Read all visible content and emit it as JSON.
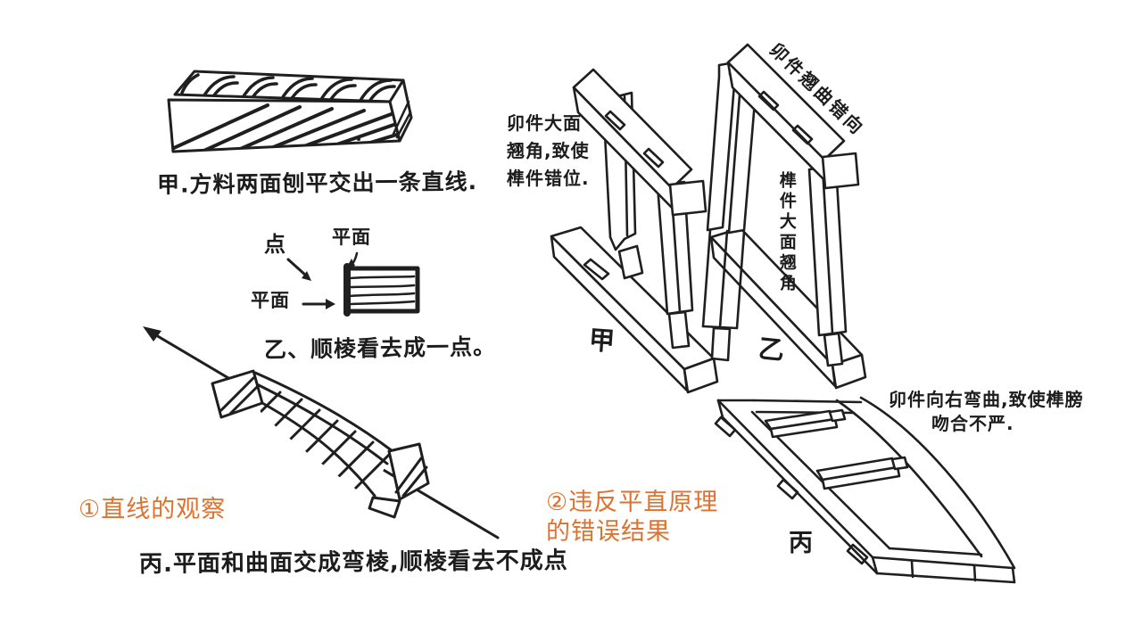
{
  "colors": {
    "ink": "#1c1c1c",
    "accent_orange": "#de7230",
    "background": "#ffffff"
  },
  "left_panel": {
    "caption_a": "甲.方料两面刨平交出一条直线.",
    "end_view_labels": {
      "plane_top": "平面",
      "point": "点",
      "plane_left": "平面"
    },
    "caption_b": "乙、顺棱看去成一点。",
    "caption_c": "丙.平面和曲面交成弯棱,顺棱看去不成点",
    "section_label": "①直线的观察"
  },
  "right_panel": {
    "annotation_frame_a": [
      "卯件大面",
      "翘角,致使",
      "榫件错位."
    ],
    "annotation_frame_b_top": "卯件翘曲错向",
    "annotation_frame_b_side": "榫件大面翘角",
    "annotation_frame_c": [
      "卯件向右弯曲,致使榫膀",
      "吻合不严."
    ],
    "label_frame_a": "甲",
    "label_frame_b": "乙",
    "label_frame_c": "丙",
    "section_label": [
      "②违反平直原理",
      "的错误结果"
    ]
  }
}
